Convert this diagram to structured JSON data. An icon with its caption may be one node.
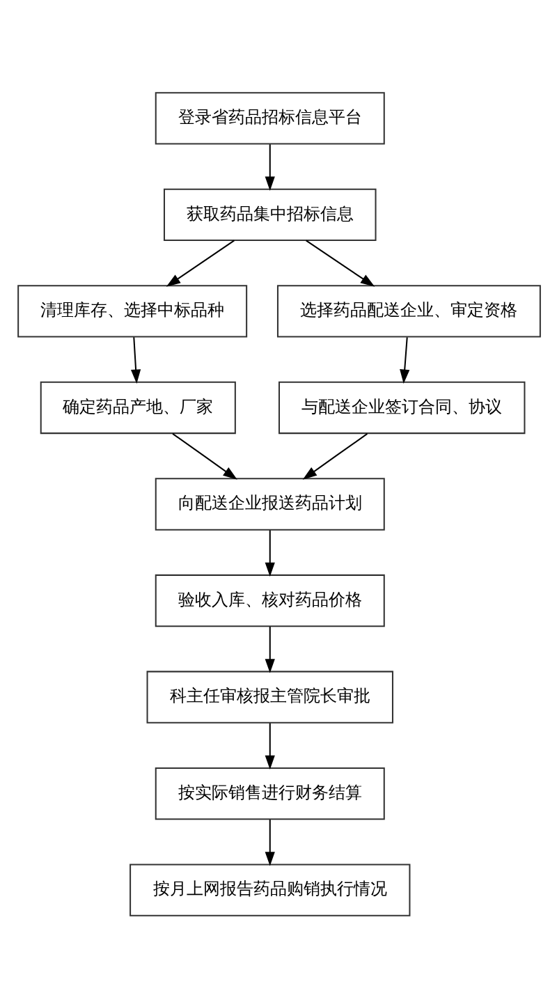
{
  "diagram": {
    "nodes": [
      {
        "text": [
          "登录省药品招标信息平台"
        ]
      },
      {
        "text": [
          "获取药品集中招标信息"
        ]
      },
      {
        "text": [
          "清理库存、选择中标品种"
        ]
      },
      {
        "text": [
          "选择药品配送企业、审定资格"
        ]
      },
      {
        "text": [
          "确定药品产地、厂家"
        ]
      },
      {
        "text": [
          "与配送企业签订合同、协议"
        ]
      },
      {
        "text": [
          "向配送企业报送药品计划"
        ]
      },
      {
        "text": [
          "验收入库、核对药品价格"
        ]
      },
      {
        "text": [
          "科主任审核报主管院长审批"
        ]
      },
      {
        "text": [
          "按实际销售进行财务结算"
        ]
      },
      {
        "text": [
          "按月上网报告药品购销执行情况"
        ]
      }
    ],
    "edges": [
      {
        "from": 0,
        "to": 1,
        "arrow": "to"
      },
      {
        "from": 1,
        "to": 2,
        "arrow": "to"
      },
      {
        "from": 1,
        "to": 3,
        "arrow": "to"
      },
      {
        "from": 2,
        "to": 4,
        "arrow": "to"
      },
      {
        "from": 3,
        "to": 5,
        "arrow": "to"
      },
      {
        "from": 4,
        "to": 6,
        "arrow": "to"
      },
      {
        "from": 5,
        "to": 6,
        "arrow": "to"
      },
      {
        "from": 6,
        "to": 7,
        "arrow": "to"
      },
      {
        "from": 7,
        "to": 8,
        "arrow": "to"
      },
      {
        "from": 8,
        "to": 9,
        "arrow": "to"
      },
      {
        "from": 9,
        "to": 10,
        "arrow": "to"
      }
    ]
  }
}
